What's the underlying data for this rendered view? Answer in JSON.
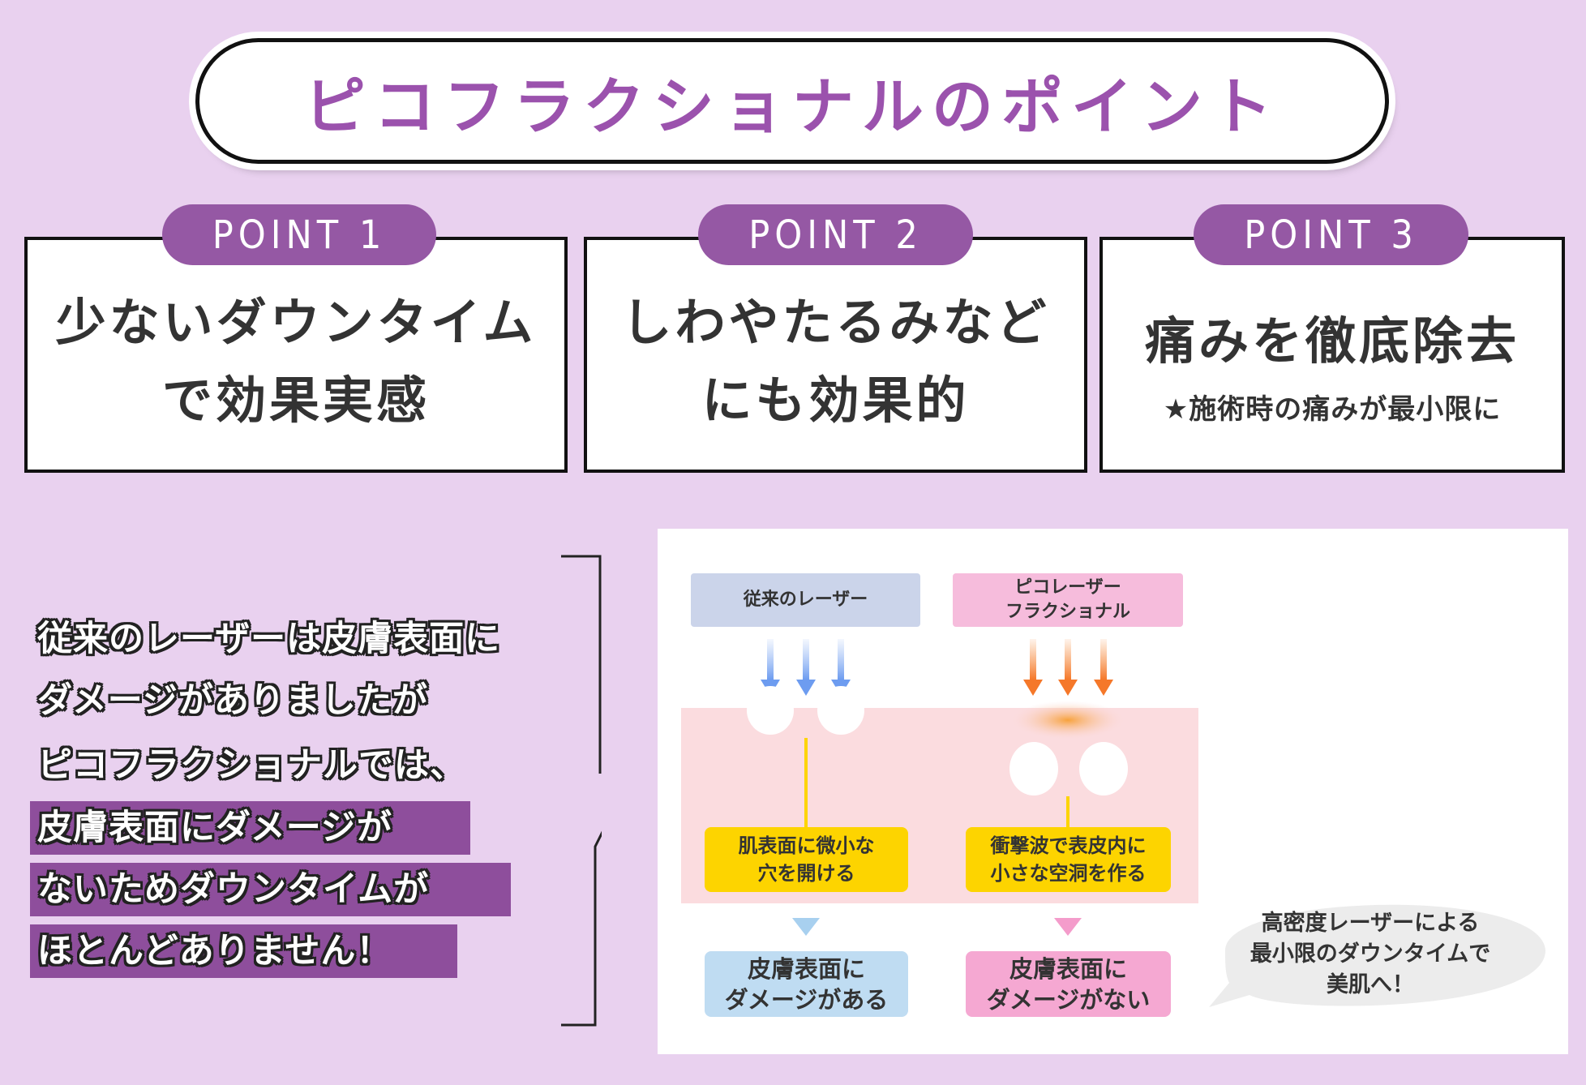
{
  "title": "ピコフラクショナルのポイント",
  "points": [
    {
      "tab": "POINT 1",
      "lines": [
        "少ないダウンタイム",
        "で効果実感"
      ]
    },
    {
      "tab": "POINT 2",
      "lines": [
        "しわやたるみなど",
        "にも効果的"
      ]
    },
    {
      "tab": "POINT 3",
      "lines": [
        "痛みを徹底除去"
      ],
      "sub": "★施術時の痛みが最小限に"
    }
  ],
  "explanation": {
    "lines": [
      "従来のレーザーは皮膚表面に",
      "ダメージがありましたが",
      "ピコフラクショナルでは、"
    ],
    "highlight_lines": [
      "皮膚表面にダメージが",
      "ないためダウンタイムが",
      "ほとんどありません！"
    ]
  },
  "diagram": {
    "conventional": {
      "label": "従来のレーザー",
      "effect": [
        "肌表面に微小な",
        "穴を開ける"
      ],
      "result": [
        "皮膚表面に",
        "ダメージがある"
      ]
    },
    "pico": {
      "label": [
        "ピコレーザー",
        "フラクショナル"
      ],
      "effect": [
        "衝撃波で表皮内に",
        "小さな空洞を作る"
      ],
      "result": [
        "皮膚表面に",
        "ダメージがない"
      ]
    },
    "bubble": [
      "高密度レーザーによる",
      "最小限のダウンタイムで",
      "美肌へ！"
    ]
  },
  "colors": {
    "background": "#e9d1ef",
    "accent": "#9558a4",
    "title": "#9b52ad"
  }
}
